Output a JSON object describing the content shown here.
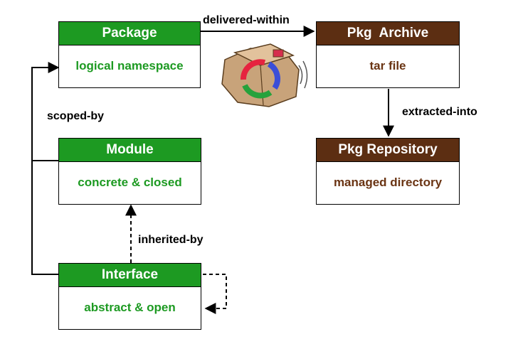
{
  "boxes": {
    "package": {
      "title": "Package",
      "body": "logical namespace"
    },
    "module": {
      "title": "Module",
      "body": "concrete & closed"
    },
    "interface": {
      "title": "Interface",
      "body": "abstract & open"
    },
    "archive": {
      "title": "Pkg  Archive",
      "body": "tar file"
    },
    "repository": {
      "title": "Pkg Repository",
      "body": "managed directory"
    }
  },
  "edges": {
    "delivered_within": "delivered-within",
    "scoped_by": "scoped-by",
    "extracted_into": "extracted-into",
    "inherited_by": "inherited-by"
  },
  "colors": {
    "green": "#1d9a22",
    "brown": "#5c2e12"
  },
  "icons": {
    "package_graphic": "package-with-recycle-arrows-icon"
  }
}
